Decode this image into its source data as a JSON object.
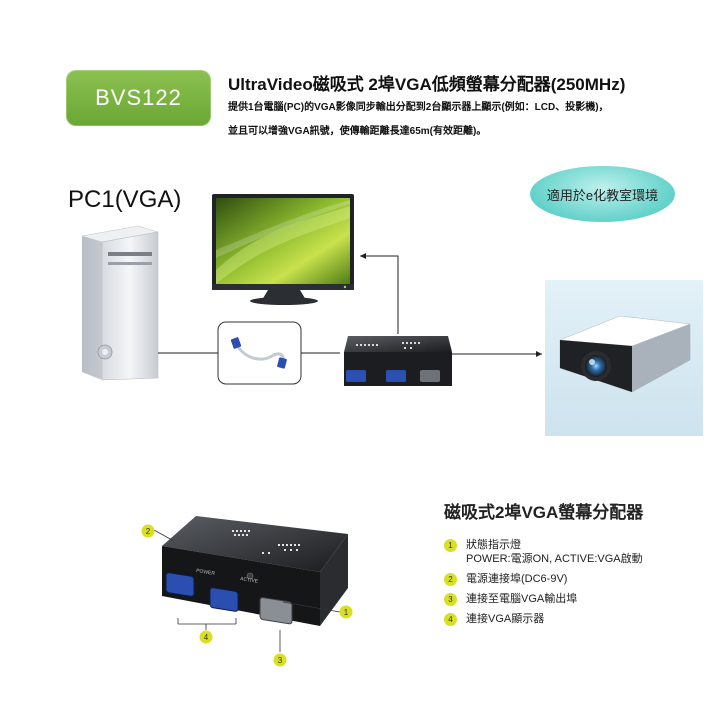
{
  "header": {
    "model": "BVS122",
    "title": "UltraVideo磁吸式 2埠VGA低頻螢幕分配器(250MHz)",
    "description_line1": "提供1台電腦(PC)的VGA影像同步輸出分配到2台顯示器上顯示(例如：LCD、投影機)，",
    "description_line2": "並且可以增強VGA訊號，使傳輸距離長達65m(有效距離)。"
  },
  "diagram": {
    "pc_label": "PC1(VGA)",
    "usage_badge": "適用於e化教室環境"
  },
  "device_labels": {
    "power": "POWER",
    "active": "ACTIVE"
  },
  "features": {
    "title": "磁吸式2埠VGA螢幕分配器",
    "items": [
      {
        "num": "1",
        "line1": "狀態指示燈",
        "line2": "POWER:電源ON, ACTIVE:VGA啟動"
      },
      {
        "num": "2",
        "line1": "電源連接埠(DC6-9V)"
      },
      {
        "num": "3",
        "line1": "連接至電腦VGA輸出埠"
      },
      {
        "num": "4",
        "line1": "連接VGA顯示器"
      }
    ]
  },
  "callouts": [
    "1",
    "2",
    "3",
    "4"
  ],
  "colors": {
    "badge_green": "#7bb543",
    "callout_yellow": "#d9e021",
    "cloud_teal": "#6fd6cf",
    "vga_blue": "#2b4fb0"
  }
}
